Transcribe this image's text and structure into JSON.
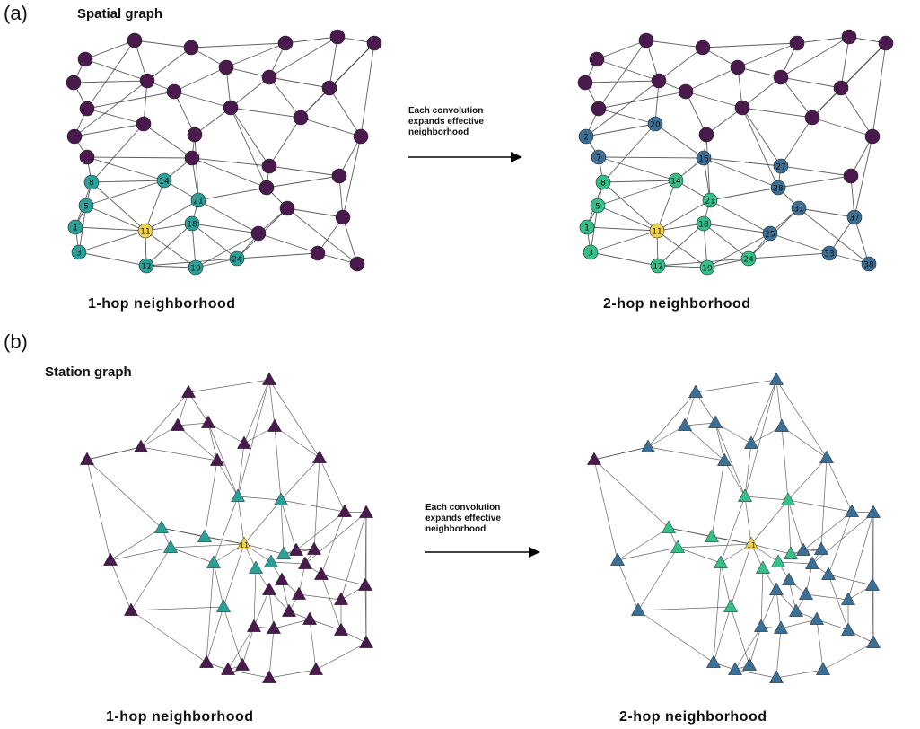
{
  "panel_a": {
    "label": "(a)",
    "title": "Spatial graph",
    "annotation": [
      "Each convolution",
      "expands effective",
      "neighborhood"
    ],
    "left_caption": "1-hop neighborhood",
    "right_caption": "2-hop neighborhood"
  },
  "panel_b": {
    "label": "(b)",
    "title": "Station graph",
    "annotation": [
      "Each convolution",
      "expands effective",
      "neighborhood"
    ],
    "left_caption": "1-hop neighborhood",
    "right_caption": "2-hop neighborhood"
  },
  "colors": {
    "center": "#f2d14a",
    "hop1": "#2aa198",
    "hop1_right": "#35c08a",
    "hop2": "#3b6f96",
    "far": "#4a1a4f",
    "edge": "#333333"
  },
  "spatial_graph": {
    "center": "11",
    "hop1": [
      "8",
      "14",
      "5",
      "21",
      "18",
      "1",
      "3",
      "12",
      "19",
      "24"
    ],
    "hop2": [
      "2",
      "7",
      "20",
      "16",
      "27",
      "28",
      "31",
      "37",
      "25",
      "33",
      "38"
    ],
    "visible_node_labels": [
      "1",
      "2",
      "3",
      "5",
      "7",
      "8",
      "11",
      "12",
      "14",
      "16",
      "18",
      "19",
      "20",
      "21",
      "24",
      "25",
      "27",
      "28",
      "31",
      "33",
      "37",
      "38"
    ]
  },
  "station_graph": {
    "center": "11",
    "visible_node_labels": [
      "11"
    ]
  }
}
